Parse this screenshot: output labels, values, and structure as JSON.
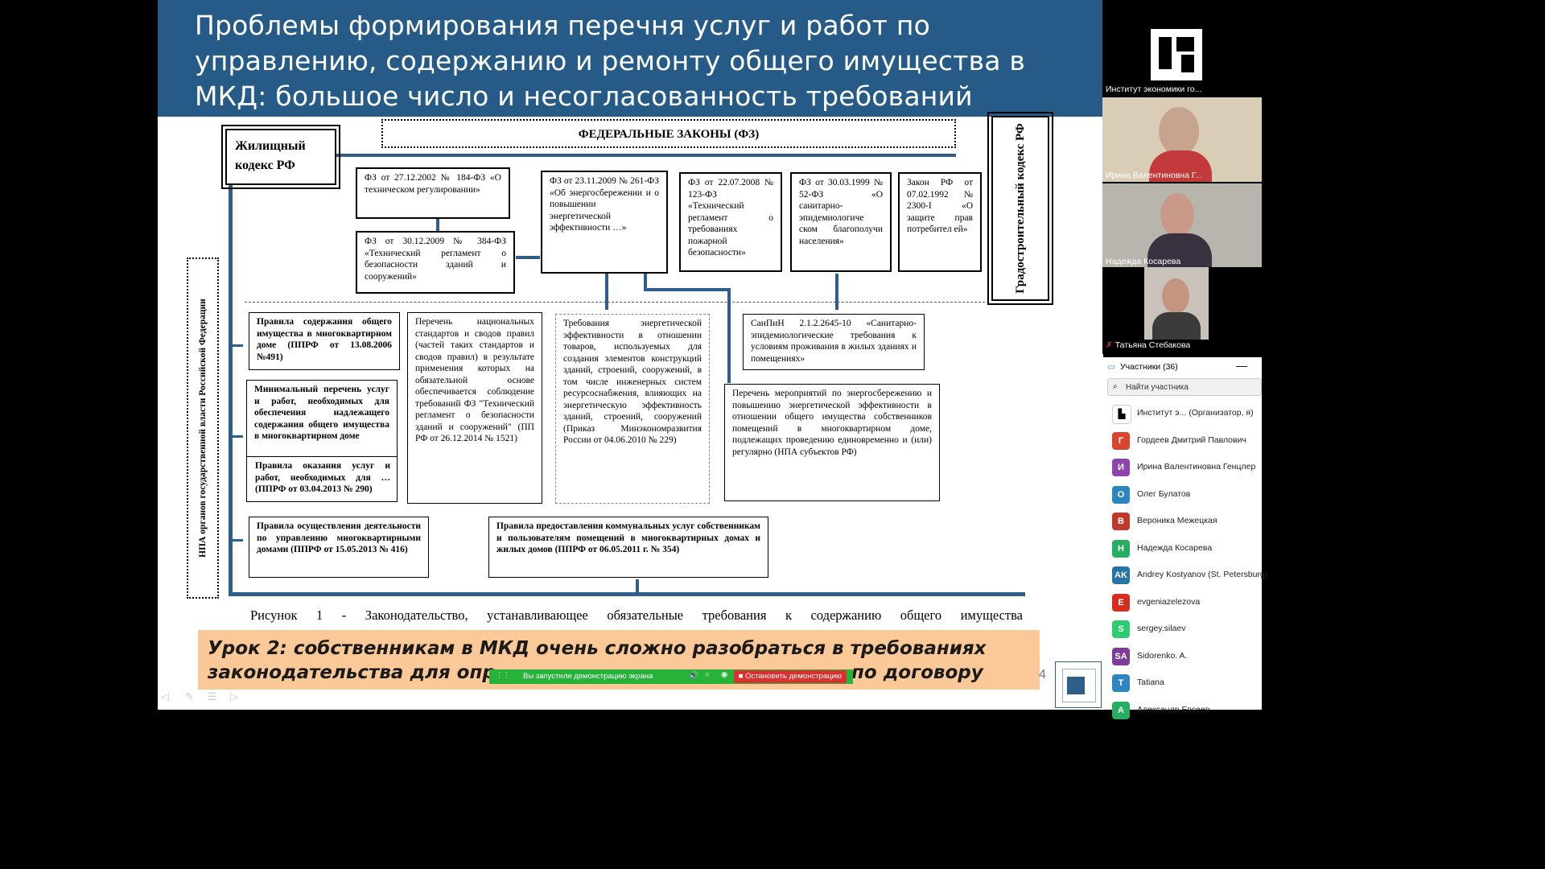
{
  "slide": {
    "title": "Проблемы формирования перечня услуг и работ по управлению, содержанию и ремонту общего имущества в МКД:  большое число и несогласованность требований",
    "federal_laws": "ФЕДЕРАЛЬНЫЕ ЗАКОНЫ (ФЗ)",
    "housing_code": "Жилищный кодекс РФ",
    "urban_code": "Градостроительный кодекс РФ",
    "npa_label": "НПА органов государственной власти Российской Федерации",
    "fz184": "ФЗ от 27.12.2002 № 184-ФЗ «О техническом регулировании»",
    "fz384": "ФЗ от 30.12.2009 № 384-ФЗ «Технический регламент о безопасности зданий и сооружений»",
    "fz261": "ФЗ от 23.11.2009 № 261-ФЗ «Об энергосбережении и о повышении энергетической эффективности …»",
    "fz123": "ФЗ от 22.07.2008 № 123-ФЗ «Технический регламент о требованиях пожарной безопасности»",
    "fz52": "ФЗ от 30.03.1999 № 52-ФЗ «О санитарно-эпидемиологиче ском благополучи населения»",
    "law2300": "Закон РФ от 07.02.1992 № 2300-I «О защите прав потребител ей»",
    "rules491": "Правила содержания общего имущества в многоквартирном доме (ППРФ от 13.08.2006 №491)",
    "standards": "Перечень национальных стандартов и сводов правил (частей таких стандартов и сводов правил) в результате применения которых на обязательной основе обеспечивается соблюдение требований ФЗ \"Технический регламент о безопасности зданий и сооружений\" (ПП РФ от 26.12.2014 № 1521)",
    "energy_req": "Требования энергетической эффективности в отношении товаров, используемых для создания элементов конструкций зданий, строений, сооружений, в том числе инженерных систем ресурсоснабжения, влияющих на энергетическую эффективность зданий, строений, сооружений (Приказ Минэкономразвития России от 04.06.2010 № 229)",
    "sanpin": "СанПиН 2.1.2.2645-10 «Санитарно-эпидемиологические требования к условиям проживания в жилых зданиях и помещениях»",
    "min_list": "Минимальный перечень услуг и работ, необходимых для обеспечения надлежащего содержания общего имущества в многоквартирном доме",
    "rules290": "Правила оказания услуг и работ, необходимых для … (ППРФ от 03.04.2013 № 290)",
    "energy_measures": "Перечень мероприятий по энергосбережению и повышению энергетической эффективности в отношении общего имущества собственников помещений в многоквартирном доме, подлежащих проведению единовременно и (или) регулярно (НПА субъектов РФ)",
    "rules416": "Правила осуществления деятельности по управлению многоквартирными домами (ППРФ от 15.05.2013 № 416)",
    "rules354": "Правила предоставления коммунальных услуг собственникам и пользователям помещений в многоквартирных домах и жилых домов (ППРФ от 06.05.2011 г. № 354)",
    "caption": "Рисунок 1 - Законодательство, устанавливающее обязательные требования к содержанию общего имущества",
    "lesson_line1": "Урок 2: собственникам в МКД очень сложно разобраться в требованиях",
    "lesson_line2": "законодательства для опр",
    "lesson_line2_end": "по договору",
    "page_number": "4"
  },
  "share_bar": {
    "status": "Вы запустили демонстрацию экрана",
    "stop_label": "Остановить демонстрацию"
  },
  "video_tiles": [
    {
      "name": "Институт экономики го..."
    },
    {
      "name": "Ирина Валентиновна Г..."
    },
    {
      "name": "Надежда Косарева"
    },
    {
      "name": "Татьяна Стебакова"
    }
  ],
  "participants": {
    "header": "Участники (36)",
    "search_placeholder": "Найти участника",
    "list": [
      {
        "initial": "",
        "name": "Институт э... (Организатор, я)",
        "color": "#222222"
      },
      {
        "initial": "Г",
        "name": "Гордеев Дмитрий Павлович",
        "color": "#d9452f"
      },
      {
        "initial": "И",
        "name": "Ирина Валентиновна Генцлер",
        "color": "#8e44ad"
      },
      {
        "initial": "О",
        "name": "Олег Булатов",
        "color": "#2e86c1"
      },
      {
        "initial": "В",
        "name": "Вероника Межецкая",
        "color": "#c0392b"
      },
      {
        "initial": "Н",
        "name": "Надежда Косарева",
        "color": "#27ae60"
      },
      {
        "initial": "AK",
        "name": "Andrey Kostyanov (St. Petersburg)",
        "color": "#2874a6"
      },
      {
        "initial": "E",
        "name": "evgeniazelezova",
        "color": "#d62d20"
      },
      {
        "initial": "S",
        "name": "sergey.silaev",
        "color": "#2ecc71"
      },
      {
        "initial": "SA",
        "name": "Sidorenko. A.",
        "color": "#7d3c98"
      },
      {
        "initial": "T",
        "name": "Tatiana",
        "color": "#2e86c1"
      },
      {
        "initial": "А",
        "name": "Александр Евсеев",
        "color": "#27ae60"
      }
    ]
  }
}
